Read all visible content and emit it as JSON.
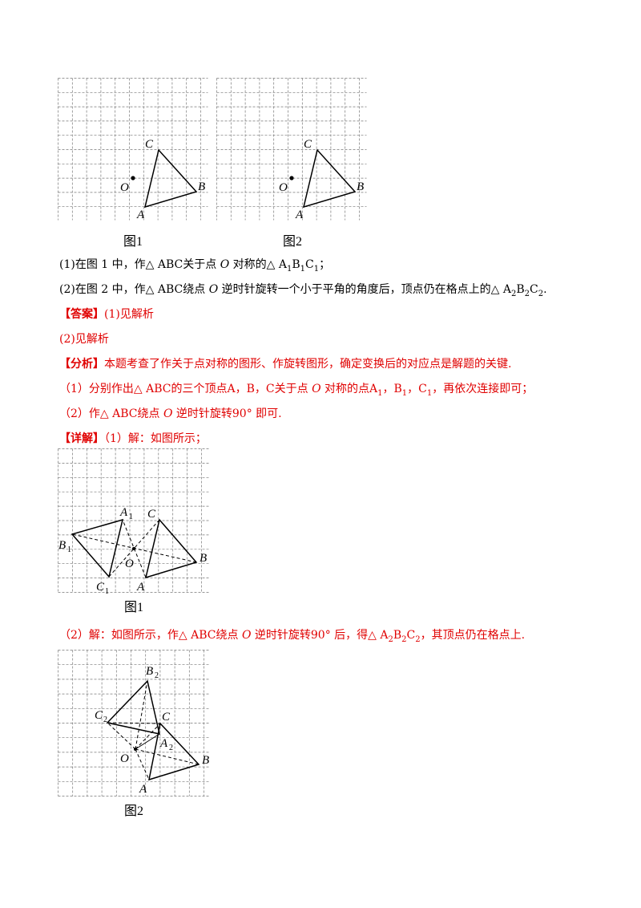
{
  "figure1": {
    "caption": "图1",
    "labels": {
      "C": "C",
      "O": "O",
      "B": "B",
      "A": "A"
    }
  },
  "figure2": {
    "caption": "图2",
    "labels": {
      "C": "C",
      "O": "O",
      "B": "B",
      "A": "A"
    }
  },
  "questions": {
    "q1": {
      "prefix": "(1)在图 1 中，作△ ABC关于点 ",
      "o": "O",
      "mid": " 对称的△ A",
      "s1": "1",
      "b": "B",
      "s2": "1",
      "c": "C",
      "s3": "1",
      "end": "；"
    },
    "q2": {
      "prefix": "(2)在图 2 中，作△ ABC绕点 ",
      "o": "O",
      "mid": " 逆时针旋转一个小于平角的角度后，顶点仍在格点上的△ A",
      "s1": "2",
      "b": "B",
      "s2": "2",
      "c": "C",
      "s3": "2",
      "end": "."
    }
  },
  "answer": {
    "tag": "【答案】",
    "part1": "(1)见解析",
    "part2": "(2)见解析"
  },
  "analysis": {
    "tag": "【分析】",
    "text": "本题考查了作关于点对称的图形、作旋转图形，确定变换后的对应点是解题的关键.",
    "step1": {
      "prefix": "（1）分别作出△ ABC的三个顶点A，B，C关于点 ",
      "o": "O",
      "mid": " 对称的点A",
      "s1": "1",
      "b": "，B",
      "s2": "1",
      "c": "，C",
      "s3": "1",
      "end": "，再依次连接即可；"
    },
    "step2": {
      "prefix": "（2）作△ ABC绕点 ",
      "o": "O",
      "end": " 逆时针旋转90° 即可."
    }
  },
  "detail": {
    "tag": "【详解】",
    "text": "（1）解：如图所示；",
    "step2": {
      "prefix": "（2）解：如图所示，作△ ABC绕点 ",
      "o": "O",
      "mid": " 逆时针旋转90° 后，得△ A",
      "s1": "2",
      "b": "B",
      "s2": "2",
      "c": "C",
      "s3": "2",
      "end": "，其顶点仍在格点上."
    }
  },
  "solution1": {
    "caption": "图1",
    "labels": {
      "A1": "A",
      "A1s": "1",
      "C": "C",
      "B1": "B",
      "B1s": "1",
      "B": "B",
      "O": "O",
      "C1": "C",
      "C1s": "1",
      "A": "A"
    }
  },
  "solution2": {
    "caption": "图2",
    "labels": {
      "B2": "B",
      "B2s": "2",
      "C2": "C",
      "C2s": "2",
      "C": "C",
      "A2": "A",
      "A2s": "2",
      "O": "O",
      "B": "B",
      "A": "A"
    }
  }
}
